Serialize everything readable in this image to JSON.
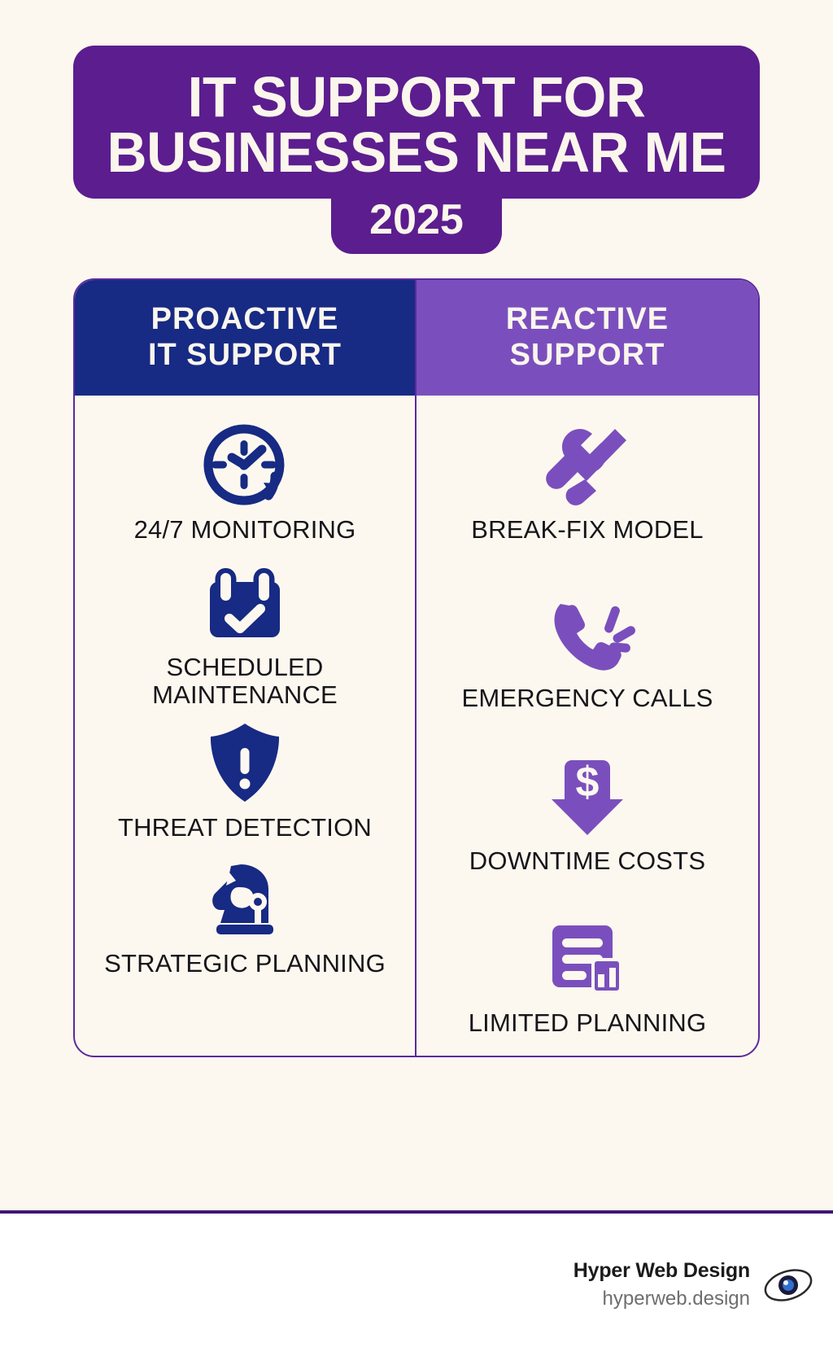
{
  "header": {
    "title": "IT SUPPORT FOR BUSINESSES NEAR ME",
    "year": "2025",
    "bg_color": "#5c1d8f",
    "text_color": "#fbf6ec"
  },
  "columns": [
    {
      "id": "proactive",
      "heading": "PROACTIVE\nIT SUPPORT",
      "header_bg": "#172a84",
      "icon_color": "#172a84",
      "items": [
        {
          "icon": "clock-refresh-icon",
          "label": "24/7 MONITORING"
        },
        {
          "icon": "calendar-check-icon",
          "label": "SCHEDULED\nMAINTENANCE"
        },
        {
          "icon": "shield-alert-icon",
          "label": "THREAT DETECTION"
        },
        {
          "icon": "chess-knight-icon",
          "label": "STRATEGIC PLANNING"
        }
      ]
    },
    {
      "id": "reactive",
      "heading": "REACTIVE\nSUPPORT",
      "header_bg": "#7a4fbd",
      "icon_color": "#7a4fbd",
      "items": [
        {
          "icon": "wrench-screwdriver-icon",
          "label": "BREAK-FIX MODEL"
        },
        {
          "icon": "ringing-phone-icon",
          "label": "EMERGENCY CALLS"
        },
        {
          "icon": "dollar-down-arrow-icon",
          "label": "DOWNTIME COSTS"
        },
        {
          "icon": "document-chart-icon",
          "label": "LIMITED PLANNING"
        }
      ]
    }
  ],
  "footer": {
    "brand": "Hyper Web Design",
    "url": "hyperweb.design",
    "logo": "hyperweb-logo-icon",
    "rule_color": "#3f1676"
  },
  "page": {
    "background": "#fdf8ef",
    "card_border": "#5b2a9e"
  }
}
